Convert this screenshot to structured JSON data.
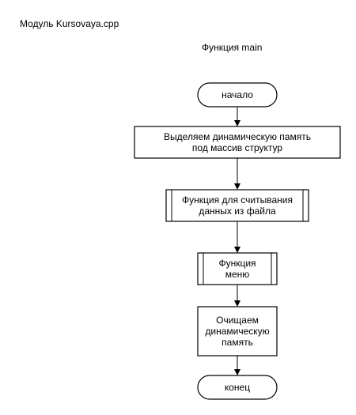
{
  "header": {
    "module_title": "Модуль Kursovaya.cpp",
    "function_title": "Функция main"
  },
  "flowchart": {
    "start": "начало",
    "step_alloc": "Выделяем динамическую память\nпод массив структур",
    "step_read": "Функция для считывания\nданных из файла",
    "step_menu": "Функция\nменю",
    "step_free": "Очищаем\nдинамическую\nпамять",
    "end": "конец"
  },
  "colors": {
    "stroke": "#000000",
    "fill": "#ffffff",
    "text": "#000000"
  }
}
